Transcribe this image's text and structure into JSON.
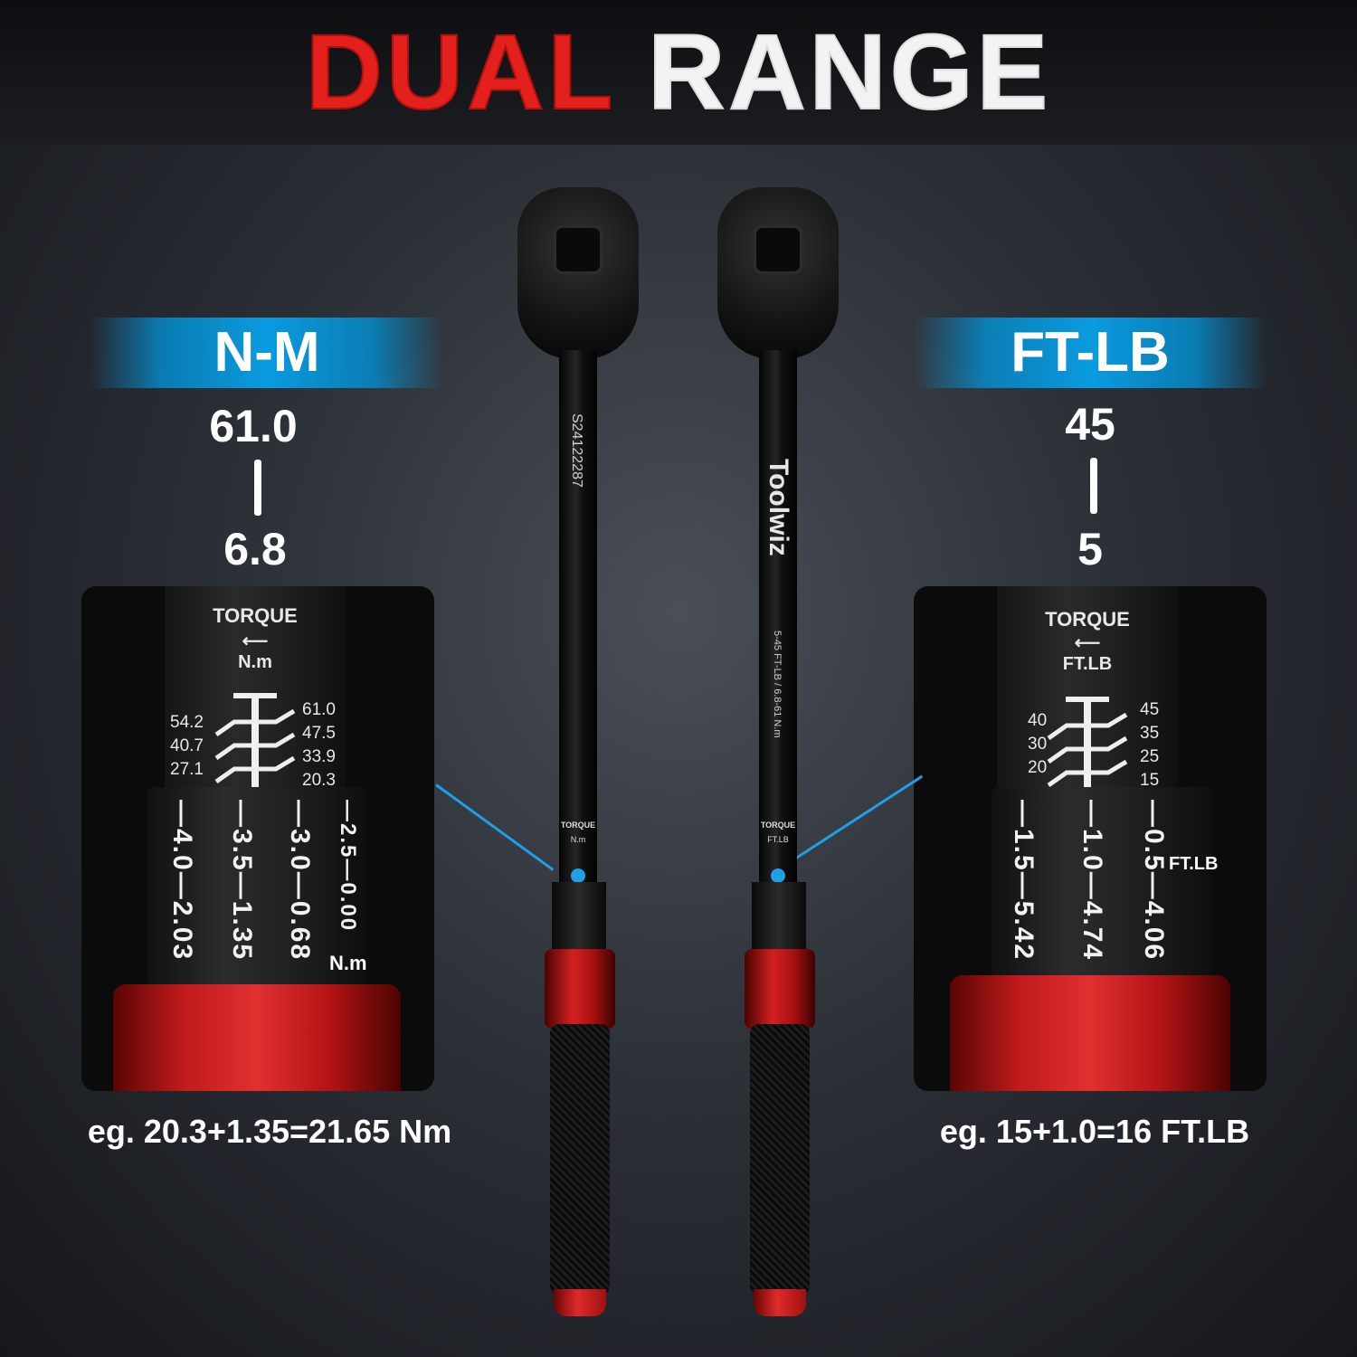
{
  "headline": {
    "word1": "DUAL",
    "word2": "RANGE"
  },
  "left": {
    "unit": "N-M",
    "max": "61.0",
    "min": "6.8",
    "torque_word": "TORQUE",
    "arrow_unit": "N.m",
    "scale_left": [
      "54.2",
      "40.7",
      "27.1"
    ],
    "scale_right": [
      "61.0",
      "47.5",
      "33.9",
      "20.3"
    ],
    "thimble_cols": [
      "—4.0—2.03",
      "—3.5—1.35",
      "—3.0—0.68",
      "—2.5—0.00"
    ],
    "thimble_unit": "N.m",
    "example": "eg. 20.3+1.35=21.65 Nm"
  },
  "right": {
    "unit": "FT-LB",
    "max": "45",
    "min": "5",
    "torque_word": "TORQUE",
    "arrow_unit": "FT.LB",
    "scale_left": [
      "40",
      "30",
      "20"
    ],
    "scale_right": [
      "45",
      "35",
      "25",
      "15"
    ],
    "thimble_cols": [
      "—1.5—5.42",
      "—1.0—4.74",
      "—0.5—4.06"
    ],
    "thimble_unit": "FT.LB",
    "example": "eg. 15+1.0=16 FT.LB"
  },
  "wrench_left": {
    "serial": "S24122287",
    "torque_word": "TORQUE",
    "unit": "N.m"
  },
  "wrench_right": {
    "brand": "Toolwiz",
    "spec": "5-45 FT-LB / 6.8-61 N.m",
    "torque_word": "TORQUE",
    "unit": "FT.LB"
  },
  "colors": {
    "accent_red": "#e3201b",
    "accent_blue": "#1e9fe6"
  }
}
